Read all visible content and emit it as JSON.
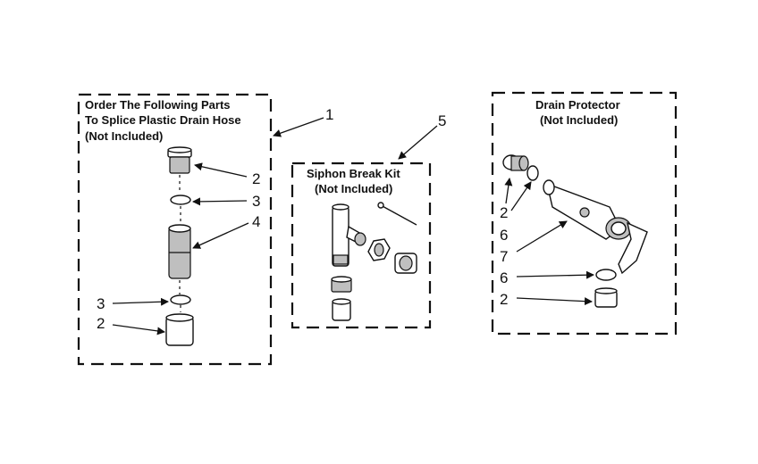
{
  "kit_splice": {
    "title_line1": "Order The Following Parts",
    "title_line2": "To Splice Plastic Drain Hose",
    "title_line3": "(Not Included)",
    "callout": "1",
    "labels": [
      "2",
      "3",
      "4",
      "3",
      "2"
    ]
  },
  "kit_siphon": {
    "title_line1": "Siphon Break Kit",
    "title_line2": "(Not Included)",
    "callout": "5"
  },
  "kit_drain_protector": {
    "title_line1": "Drain Protector",
    "title_line2": "(Not Included)",
    "labels": [
      "2",
      "6",
      "7",
      "6",
      "2"
    ]
  }
}
